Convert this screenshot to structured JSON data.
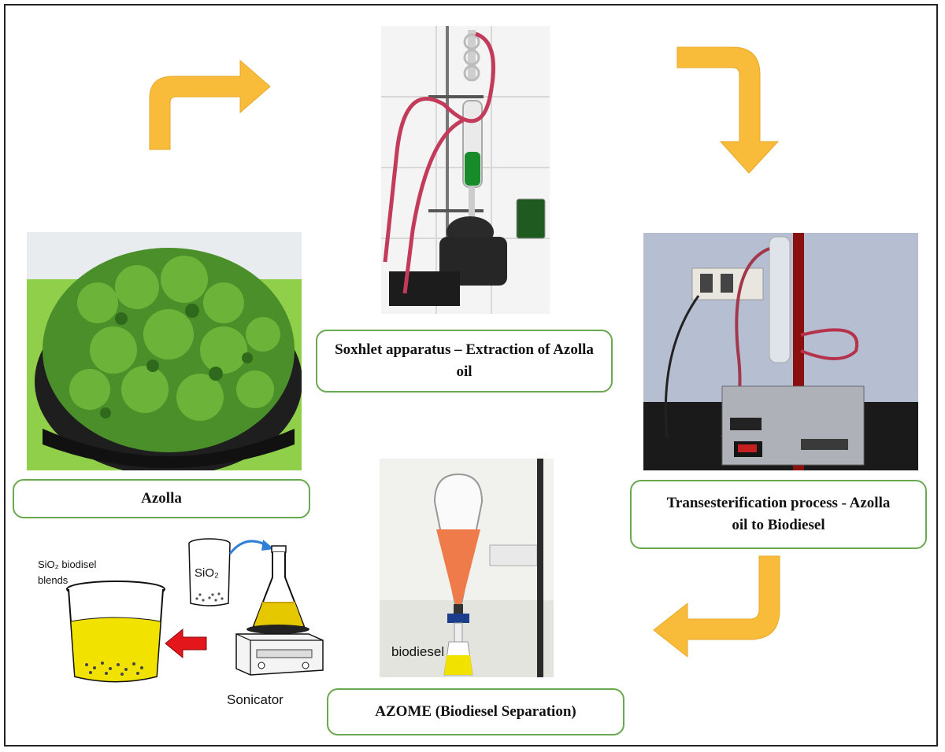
{
  "labels": {
    "soxhlet": "Soxhlet apparatus – Extraction of Azolla oil",
    "azolla": "Azolla",
    "transesterification": "Transesterification process - Azolla oil to Biodiesel",
    "azome": "AZOME (Biodiesel Separation)"
  },
  "sonication": {
    "blends_label_line1": "SiO₂ biodisel",
    "blends_label_line2": "blends",
    "beaker_label": "SiO₂",
    "sonicator_label": "Sonicator"
  },
  "separation": {
    "biodiesel_label": "biodiesel"
  },
  "colors": {
    "arrow": "#f9bc3a",
    "label_border": "#6aa84f",
    "red_arrow": "#e3161b",
    "blue_arrow": "#2f7fd9",
    "oil_yellow": "#f2e200"
  },
  "icons": [
    "curved-arrow-right-icon",
    "curved-arrow-down-icon",
    "curved-arrow-left-icon",
    "red-arrow-left-icon",
    "blue-curved-arrow-icon"
  ]
}
